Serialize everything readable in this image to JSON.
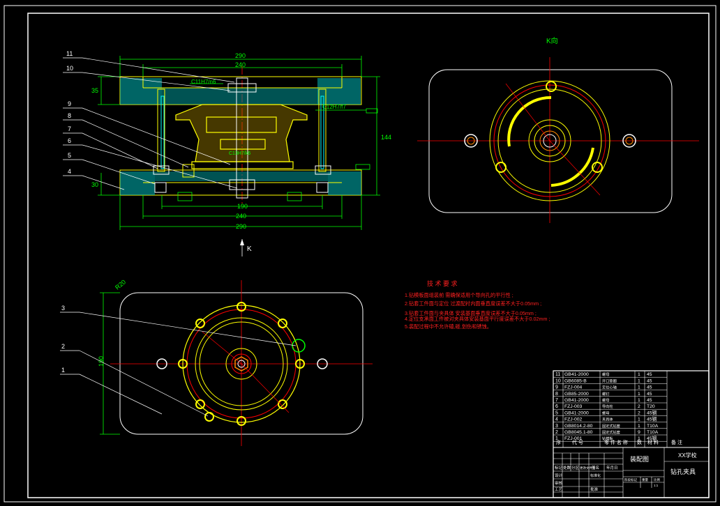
{
  "colors": {
    "background": "#000000",
    "frame": "#ffffff",
    "part": "#ffff00",
    "hatch": "#00ffff",
    "dimension": "#00ff00",
    "centerline": "#ff0000",
    "leader": "#ffffff",
    "note": "#ff2020",
    "accent": "#ff00ff"
  },
  "view_labels": {
    "k_view": "K向",
    "k_arrow": "K"
  },
  "leader_numbers": {
    "n11": "11",
    "n10": "10",
    "n9": "9",
    "n8": "8",
    "n7": "7",
    "n6": "6",
    "n5": "5",
    "n4": "4",
    "n3": "3",
    "n2": "2",
    "n1": "1"
  },
  "dimensions": {
    "top_outer": "290",
    "top_inner": "240",
    "bottom_190": "190",
    "bottom_240": "240",
    "bottom_290": "290",
    "left_35": "35",
    "left_30": "30",
    "right_144": "144",
    "fit_c11": "C11H7/n6",
    "fit_c12": "C12H7/f7",
    "fit_mid": "C13H7/k6",
    "bottom_round": "R20",
    "bottom_height": "190"
  },
  "notes": {
    "title": "技 术 要 求",
    "line1": "1.钻模板面组装前 需确保适用个导向孔的平行性 ;",
    "line2": "2.钻套工件面与定位 过渡配衬内面垂直度误差不大于0.05mm ;",
    "line3": "3.钻套工件面与夹具体 安装基面垂直度误差不大于0.05mm ;",
    "line4": "4.定位支承面工件被对夹具体安装基面平行度误差不大于0.02mm ;",
    "line5": "5.装配过程中不允许磕,碰,划伤和锈蚀。"
  },
  "parts_list": {
    "rows": [
      {
        "no": "11",
        "code": "GB41-2000",
        "name": "螺母",
        "qty": "1",
        "material": "45"
      },
      {
        "no": "10",
        "code": "GB6085-B",
        "name": "开口垫圈",
        "qty": "1",
        "material": "45"
      },
      {
        "no": "9",
        "code": "FZJ-004",
        "name": "定位心轴",
        "qty": "1",
        "material": "45"
      },
      {
        "no": "8",
        "code": "GB85-2000",
        "name": "螺钉",
        "qty": "1",
        "material": "45"
      },
      {
        "no": "7",
        "code": "GB41-2000",
        "name": "螺母",
        "qty": "1",
        "material": "45"
      },
      {
        "no": "6",
        "code": "FZJ-003",
        "name": "导向柱",
        "qty": "2",
        "material": "T20"
      },
      {
        "no": "5",
        "code": "GB41-2000",
        "name": "螺母",
        "qty": "2",
        "material": "45钢"
      },
      {
        "no": "4",
        "code": "FZJ-002",
        "name": "夹具体",
        "qty": "1",
        "material": "45钢"
      },
      {
        "no": "3",
        "code": "GB8014.2-80",
        "name": "固定式钻套",
        "qty": "1",
        "material": "T10A"
      },
      {
        "no": "2",
        "code": "GB8045.1-80",
        "name": "固定式钻套",
        "qty": "9",
        "material": "T10A"
      },
      {
        "no": "1",
        "code": "FZJ-001",
        "name": "钻模板",
        "qty": "1",
        "material": "45钢"
      }
    ],
    "header": {
      "no": "序",
      "code": "代 号",
      "name": "零 件 名 称",
      "qty": "数",
      "material": "材 料",
      "remark": "备 注"
    }
  },
  "title_block": {
    "school": "XX学校",
    "drawing_type": "装配图",
    "drawing_name": "钻孔夹具",
    "marks": "标记",
    "count": "处数",
    "zone": "分区",
    "change_doc": "更改文件号",
    "sign": "签名",
    "date": "年月日",
    "design": "设计",
    "standard": "标准化",
    "review": "审核",
    "craft": "工艺",
    "approve": "批准",
    "stage": "阶段标记",
    "weight": "重量",
    "scale": "比例",
    "scale_value": "1:1"
  }
}
